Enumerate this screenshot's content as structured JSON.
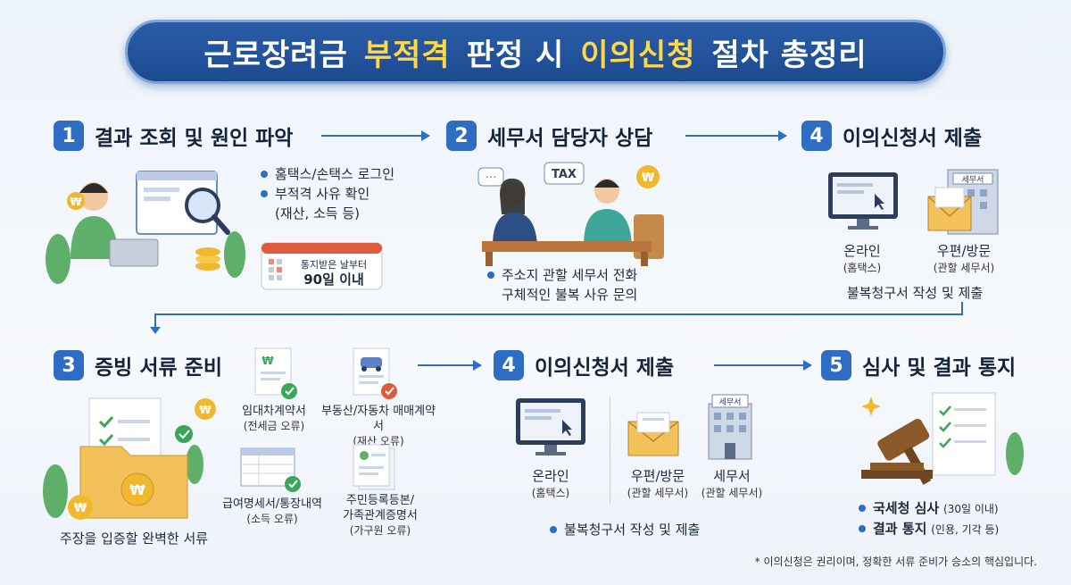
{
  "title": {
    "part1": "근로장려금",
    "highlight1": "부적격",
    "part2": "판정 시",
    "highlight2": "이의신청",
    "part3": "절차 총정리"
  },
  "steps": {
    "s1": {
      "num": "1",
      "title": "결과 조회 및 원인 파악",
      "bullet1": "홈택스/손택스 로그인",
      "bullet2": "부적격 사유 확인",
      "bullet2_sub": "(재산, 소득 등)",
      "calendar_line1": "통지받은 날부터",
      "calendar_line2": "90일 이내"
    },
    "s2": {
      "num": "2",
      "title": "세무서 담당자 상담",
      "bubble": "TAX",
      "bubble_dots": "···",
      "bullet1": "주소지 관할 세무서 전화",
      "bullet1_sub": "구체적인 불복 사유 문의"
    },
    "s4a": {
      "num": "4",
      "title": "이의신청서 제출",
      "online_label": "온라인",
      "online_sub": "(홈택스)",
      "mail_label": "우편/방문",
      "mail_sub": "(관할 세무서)",
      "building_sign": "세무서",
      "footer": "불복청구서 작성 및 제출"
    },
    "s3": {
      "num": "3",
      "title": "증빙 서류 준비",
      "doc1_label": "임대차계약서",
      "doc1_sub": "(전세금 오류)",
      "doc2_label": "부동산/자동차 매매계약서",
      "doc2_sub": "(재산 오류)",
      "doc3_label": "급여명세서/통장내역",
      "doc3_sub": "(소득 오류)",
      "doc4_label": "주민등록등본/",
      "doc4_label2": "가족관계증명서",
      "doc4_sub": "(가구원 오류)",
      "footer": "주장을 입증할 완벽한 서류"
    },
    "s4b": {
      "num": "4",
      "title": "이의신청서 제출",
      "online_label": "온라인",
      "online_sub": "(홈택스)",
      "mail_label": "우편/방문",
      "mail_sub": "(관할 세무서)",
      "office_label": "세무서",
      "office_sub": "(관할 세무서)",
      "building_sign": "세무서",
      "footer": "불복청구서 작성 및 제출"
    },
    "s5": {
      "num": "5",
      "title": "심사 및 결과 통지",
      "bullet1": "국세청 심사",
      "bullet1_sub": "(30일 이내)",
      "bullet2": "결과 통지",
      "bullet2_sub": "(인용, 기각 등)"
    }
  },
  "currency_symbol": "₩",
  "footnote": "* 이의신청은 권리이며, 정확한 서류 준비가 승소의 핵심입니다.",
  "colors": {
    "primary": "#2f6cc3",
    "banner": "#1c4a8f",
    "highlight": "#ffd84a",
    "check": "#3aa65a",
    "error": "#e05a3c",
    "coin": "#f1b82d"
  }
}
